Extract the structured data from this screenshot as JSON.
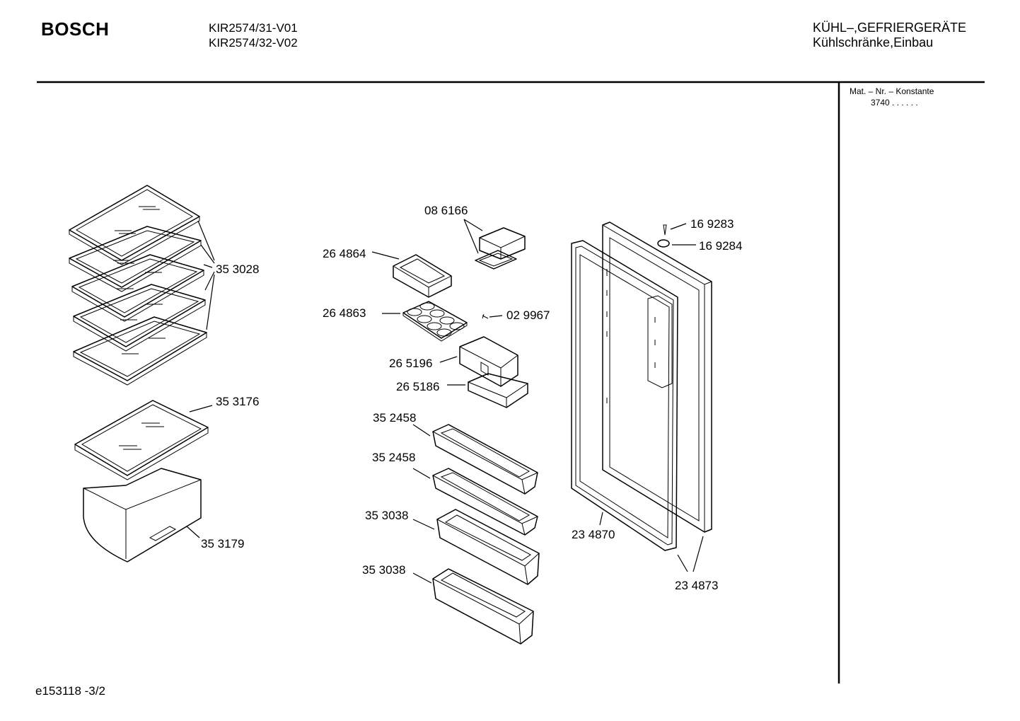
{
  "header": {
    "brand": "BOSCH",
    "models": [
      "KIR2574/31-V01",
      "KIR2574/32-V02"
    ],
    "category": "KÜHL–,GEFRIERGERÄTE",
    "subcategory": "Kühlschränke,Einbau"
  },
  "side_panel": {
    "mat_label": "Mat. – Nr. – Konstante",
    "mat_value": "3740  .  .    .  .  .  ."
  },
  "footer": {
    "doc_id": "e153118 -3/2"
  },
  "parts": [
    {
      "id": "p_353028",
      "label": "35 3028"
    },
    {
      "id": "p_353176",
      "label": "35 3176"
    },
    {
      "id": "p_353179",
      "label": "35 3179"
    },
    {
      "id": "p_086166",
      "label": "08 6166"
    },
    {
      "id": "p_264864",
      "label": "26 4864"
    },
    {
      "id": "p_264863",
      "label": "26 4863"
    },
    {
      "id": "p_029967",
      "label": "02 9967"
    },
    {
      "id": "p_265196",
      "label": "26 5196"
    },
    {
      "id": "p_265186",
      "label": "26 5186"
    },
    {
      "id": "p_352458a",
      "label": "35 2458"
    },
    {
      "id": "p_352458b",
      "label": "35 2458"
    },
    {
      "id": "p_353038a",
      "label": "35 3038"
    },
    {
      "id": "p_353038b",
      "label": "35 3038"
    },
    {
      "id": "p_169283",
      "label": "16 9283"
    },
    {
      "id": "p_169284",
      "label": "16 9284"
    },
    {
      "id": "p_234870",
      "label": "23 4870"
    },
    {
      "id": "p_234873",
      "label": "23 4873"
    }
  ]
}
